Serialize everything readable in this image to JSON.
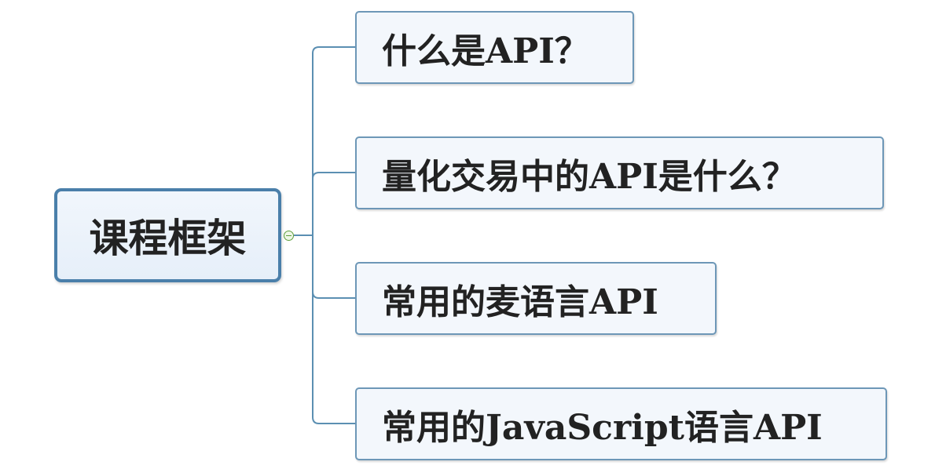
{
  "mindmap": {
    "root": {
      "label": "课程框架"
    },
    "children": [
      {
        "label": "什么是API？"
      },
      {
        "label": "量化交易中的API是什么？"
      },
      {
        "label": "常用的麦语言API"
      },
      {
        "label": "常用的JavaScript语言API"
      }
    ]
  },
  "colors": {
    "connector": "#5b8fb2",
    "root_border": "#4a7faa",
    "child_border": "#6d97b7",
    "collapse_toggle": "#5f9e3c"
  }
}
